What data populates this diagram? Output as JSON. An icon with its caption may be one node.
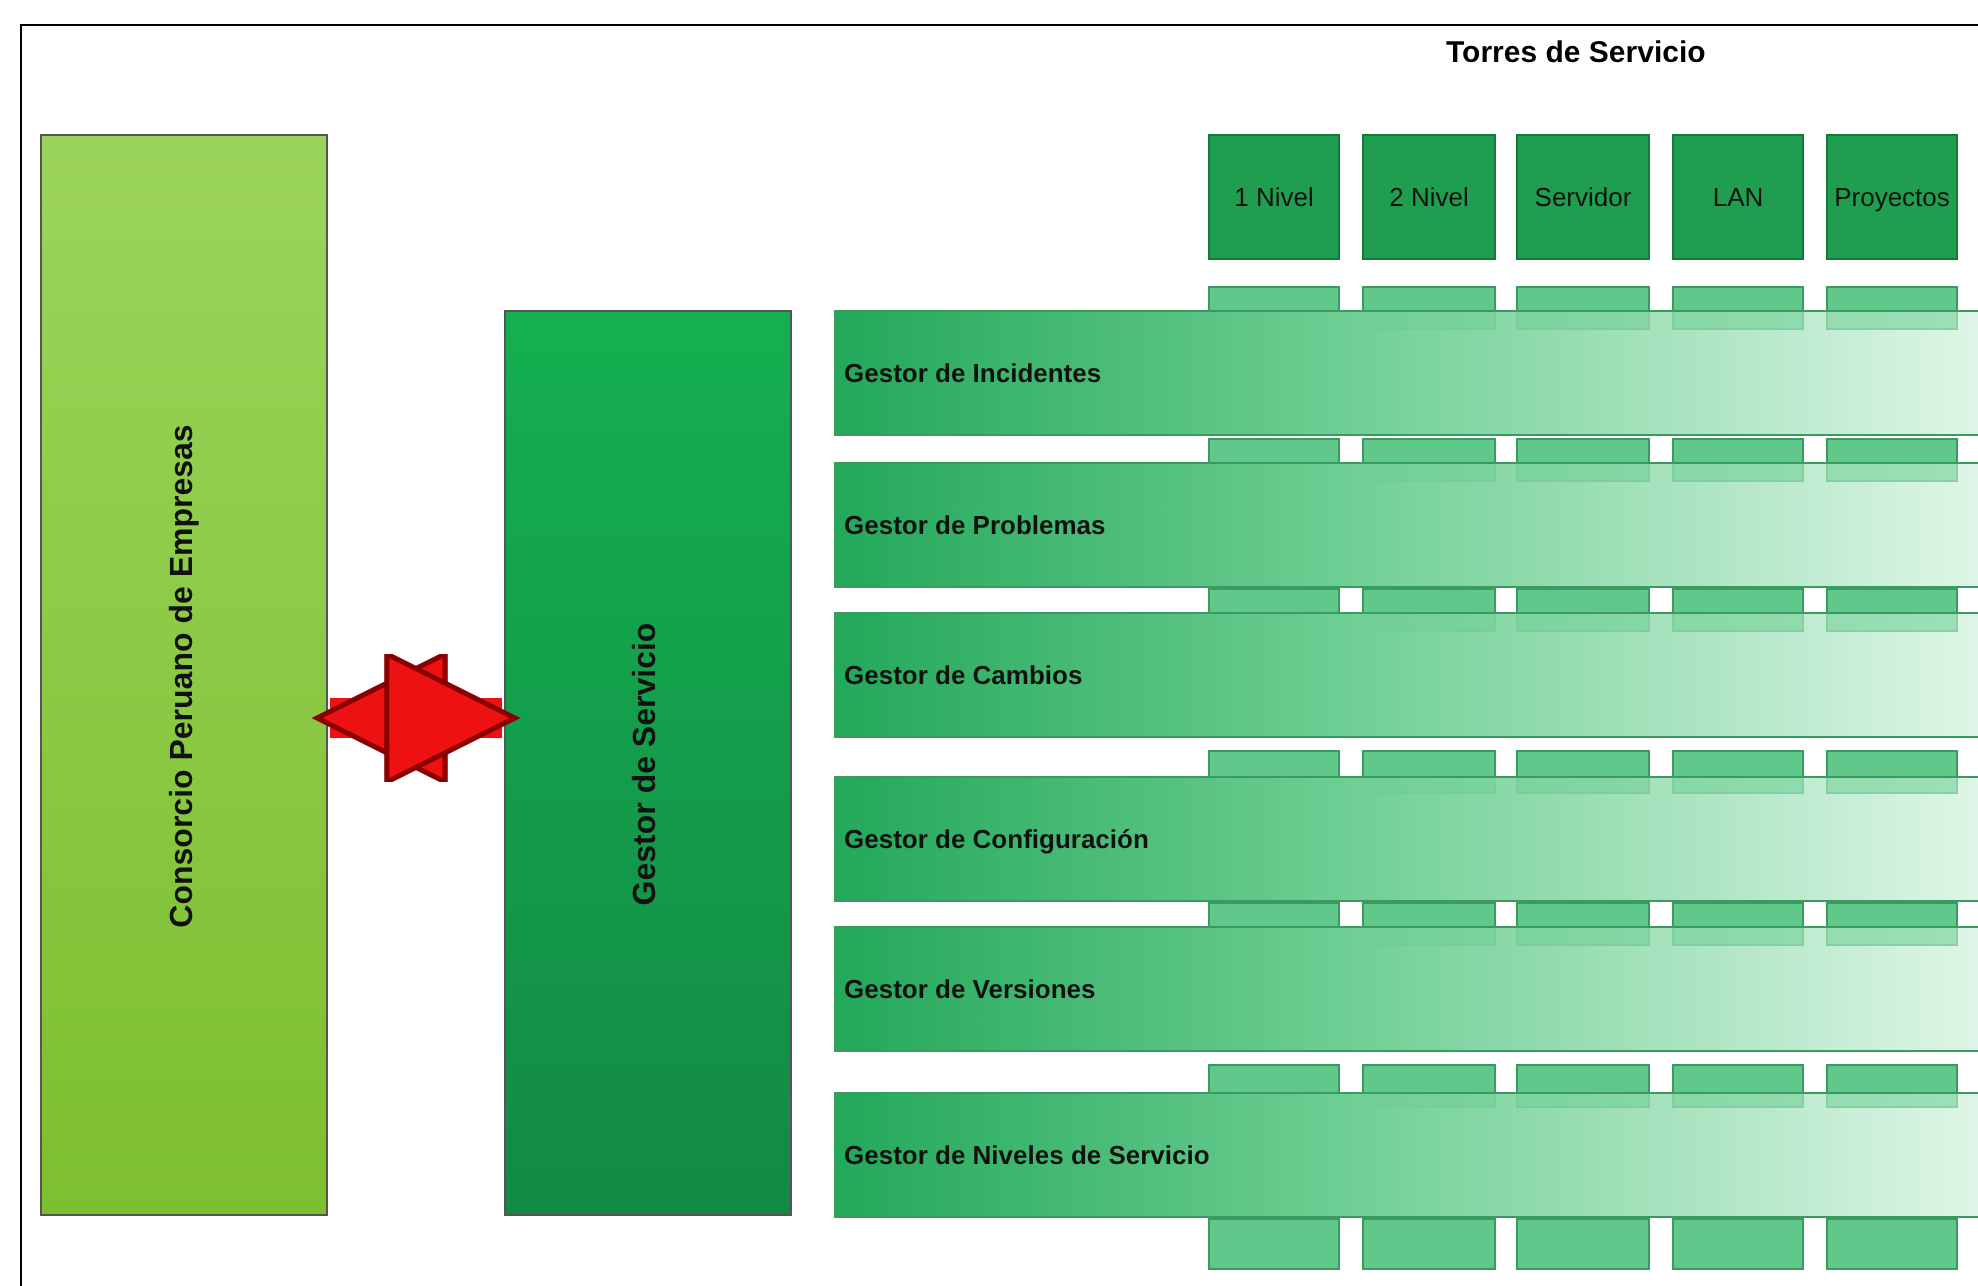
{
  "diagram": {
    "nodes": [
      {
        "text": [
          "Consorcio Peruano de Empresas"
        ]
      },
      {
        "text": [
          "Gestor de Servicio"
        ]
      },
      {
        "text": [
          "1 Nivel"
        ]
      },
      {
        "text": [
          "2 Nivel"
        ]
      },
      {
        "text": [
          "Servidor"
        ]
      },
      {
        "text": [
          "LAN"
        ]
      },
      {
        "text": [
          "Proyectos"
        ]
      },
      {
        "text": [
          "Gestor de Incidentes"
        ]
      },
      {
        "text": [
          "Gestor de Problemas"
        ]
      },
      {
        "text": [
          "Gestor de Cambios"
        ]
      },
      {
        "text": [
          "Gestor de Configuración"
        ]
      },
      {
        "text": [
          "Gestor de Versiones"
        ]
      },
      {
        "text": [
          "Gestor de Niveles de Servicio"
        ]
      }
    ],
    "edges": [
      {
        "from": 0,
        "to": 1,
        "arrow": "both",
        "color": "#ee1111"
      }
    ],
    "labels": [
      "Torres de Servicio"
    ]
  }
}
